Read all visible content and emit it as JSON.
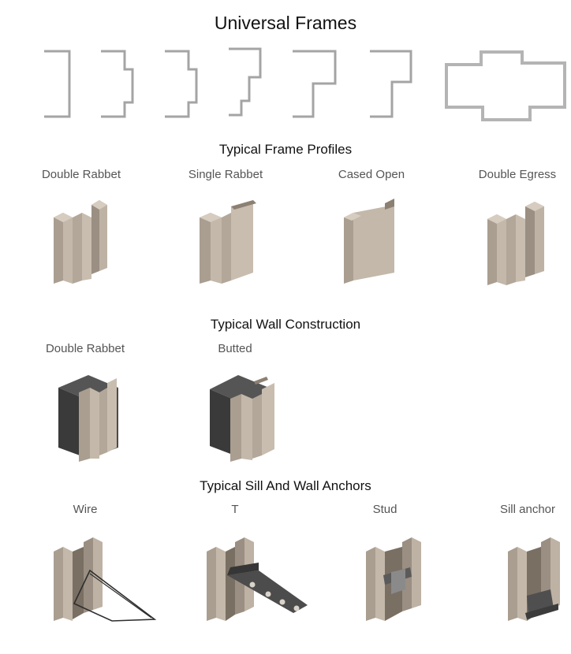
{
  "header": {
    "title": "Universal Frames"
  },
  "sections": {
    "profiles": {
      "title": "Typical Frame Profiles",
      "items": [
        "Double Rabbet",
        "Single Rabbet",
        "Cased Open",
        "Double Egress"
      ]
    },
    "wall": {
      "title": "Typical Wall Construction",
      "items": [
        "Double Rabbet",
        "Butted"
      ]
    },
    "anchors": {
      "title": "Typical Sill And Wall Anchors",
      "items": [
        "Wire",
        "T",
        "Stud",
        "Sill anchor"
      ]
    }
  },
  "colors": {
    "frame_face": "#c0b5a7",
    "frame_edge": "#8c8073",
    "frame_dark": "#7a6f63",
    "wall_dark": "#3f3f3f",
    "outline_stroke": "#9a9a9a"
  }
}
